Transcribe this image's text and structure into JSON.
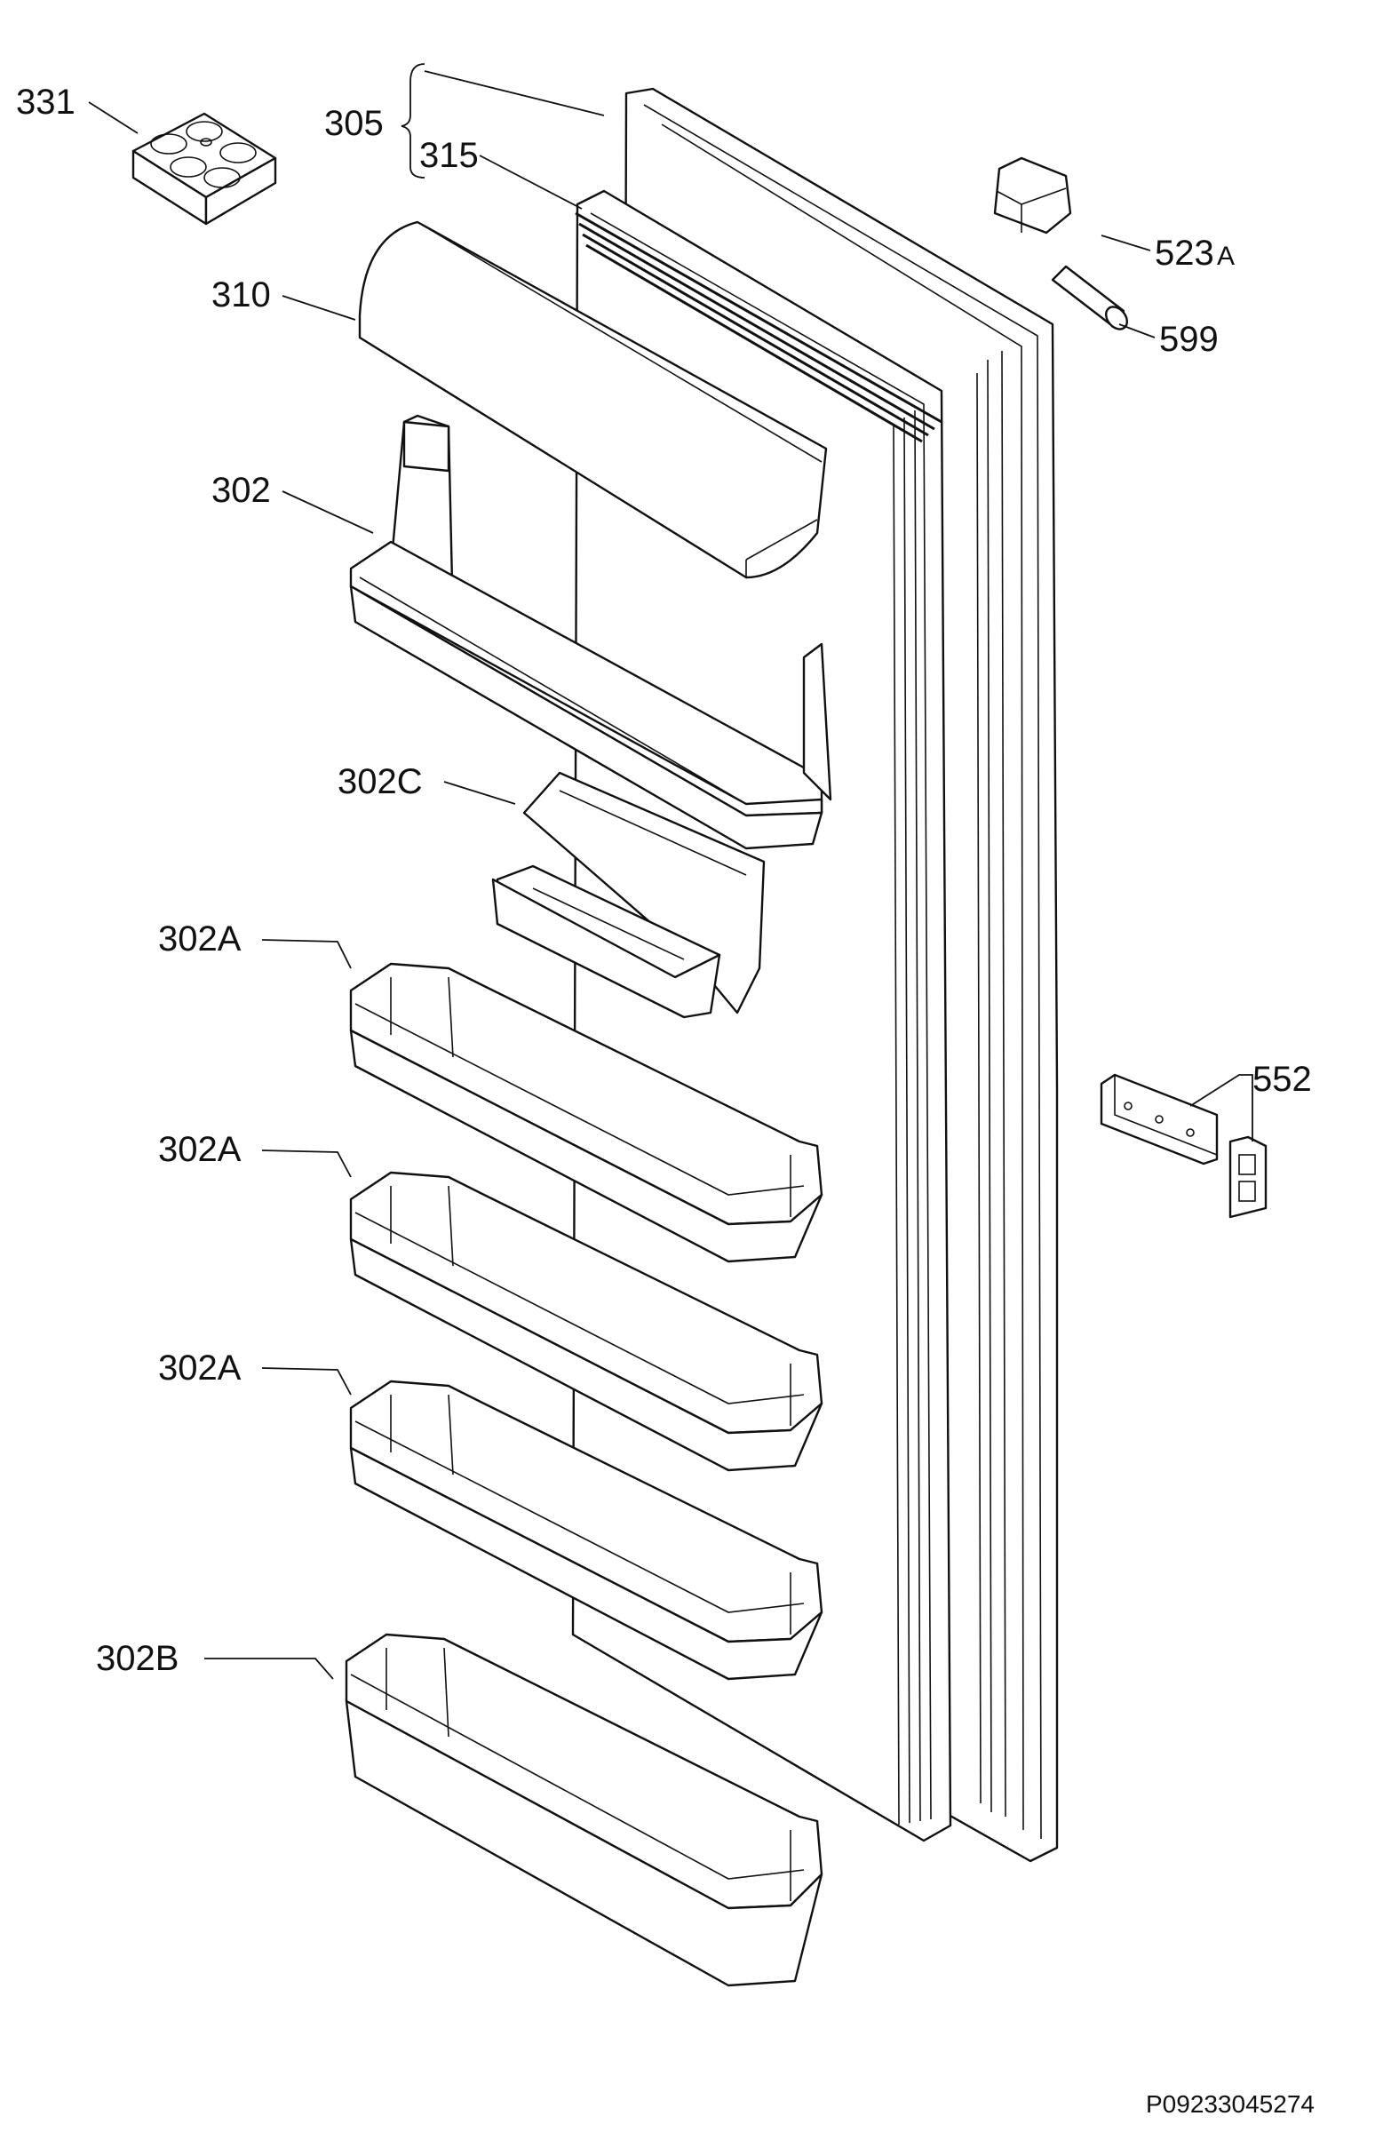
{
  "diagram": {
    "labels": {
      "p331": "331",
      "p305": "305",
      "p315": "315",
      "p310": "310",
      "p302": "302",
      "p302c": "302C",
      "p302a_1": "302A",
      "p302a_2": "302A",
      "p302a_3": "302A",
      "p302b": "302B",
      "p523": "523",
      "p523_suffix": "A",
      "p599": "599",
      "p552": "552"
    },
    "reference_code": "P09233045274"
  }
}
